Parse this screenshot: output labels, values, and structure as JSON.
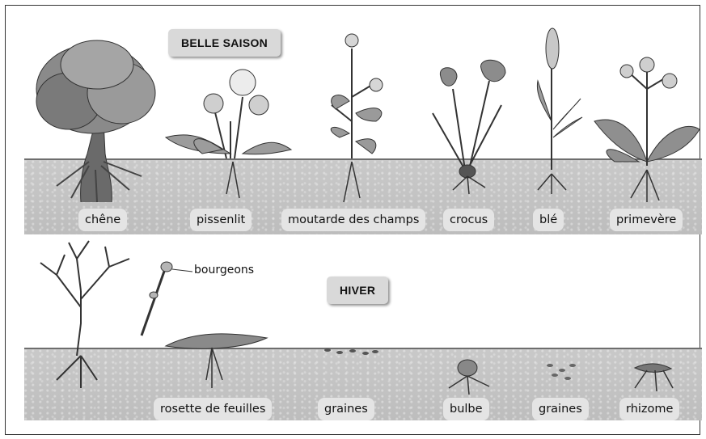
{
  "sections": {
    "summer": {
      "title": "BELLE SAISON",
      "plants": [
        "chêne",
        "pissenlit",
        "moutarde des champs",
        "crocus",
        "blé",
        "primevère"
      ]
    },
    "winter": {
      "title": "HIVER",
      "forms": [
        "rosette de feuilles",
        "graines",
        "bulbe",
        "graines",
        "rhizome"
      ],
      "callout": "bourgeons"
    }
  },
  "colors": {
    "soil": "#c4c4c4",
    "label_bg": "#e4e4e4",
    "title_bg": "#d9d9d9",
    "ink": "#222222"
  }
}
